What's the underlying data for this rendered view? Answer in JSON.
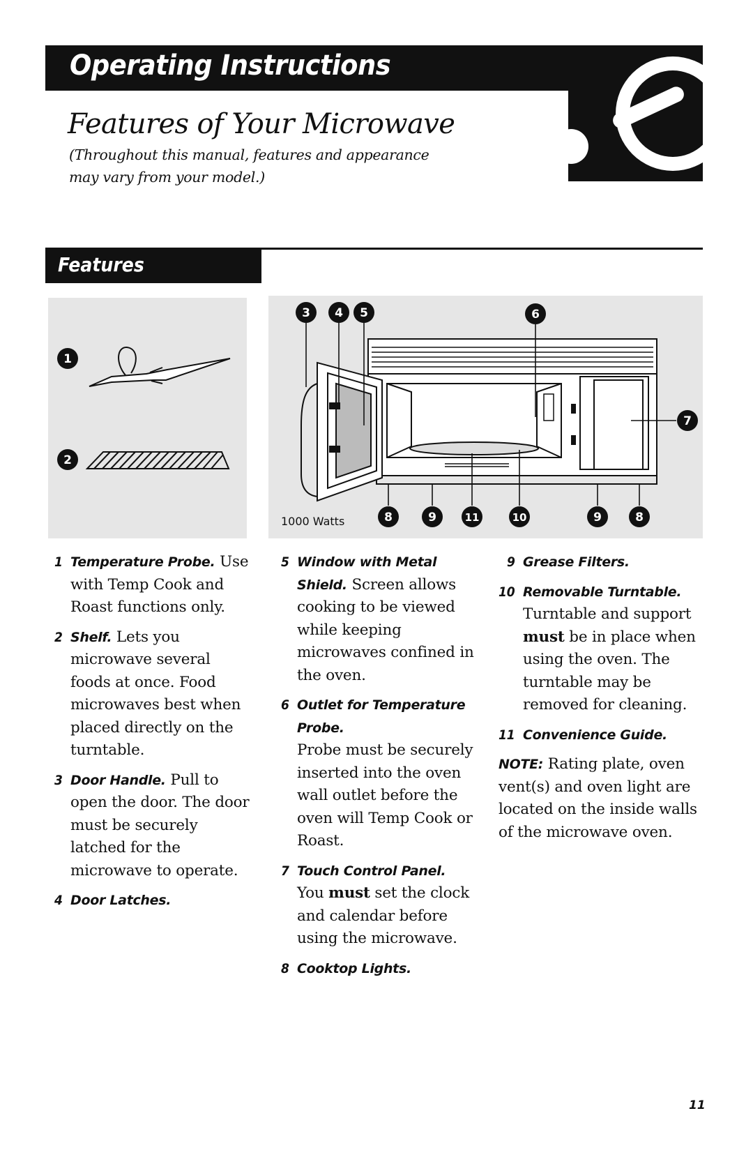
{
  "header": {
    "banner_title": "Operating Instructions",
    "page_title": "Features of Your Microwave",
    "subtitle": "(Throughout this manual, features and appearance may vary from your model.)"
  },
  "section": {
    "tab_label": "Features"
  },
  "figure": {
    "wattage_label": "1000 Watts",
    "callouts": [
      "1",
      "2",
      "3",
      "4",
      "5",
      "6",
      "7",
      "8",
      "9",
      "11",
      "10",
      "9",
      "8"
    ]
  },
  "features": {
    "col1": [
      {
        "num": "1",
        "term": "Temperature Probe.",
        "text": " Use with Temp Cook and Roast functions only."
      },
      {
        "num": "2",
        "term": "Shelf.",
        "text": " Lets you microwave several foods at once. Food microwaves best when placed directly on the turntable."
      },
      {
        "num": "3",
        "term": "Door Handle.",
        "text": " Pull to open the door. The door must be securely latched for the microwave to operate."
      },
      {
        "num": "4",
        "term": "Door Latches.",
        "text": ""
      }
    ],
    "col2": [
      {
        "num": "5",
        "term": "Window with Metal Shield.",
        "text": " Screen allows cooking to be viewed while keeping microwaves confined in the oven."
      },
      {
        "num": "6",
        "term": "Outlet for Temperature Probe.",
        "text": "Probe must be securely inserted into the oven wall outlet before the oven will Temp Cook or Roast."
      },
      {
        "num": "7",
        "term": "Touch Control Panel.",
        "pre": "You ",
        "strong": "must",
        "post": " set the clock and calendar before using the microwave."
      },
      {
        "num": "8",
        "term": "Cooktop Lights.",
        "text": ""
      }
    ],
    "col3": [
      {
        "num": "9",
        "term": "Grease Filters.",
        "text": ""
      },
      {
        "num": "10",
        "term": "Removable Turntable.",
        "pre": "Turntable and support ",
        "strong": "must",
        "post": " be in place when using the oven. The turntable may be removed for cleaning."
      },
      {
        "num": "11",
        "term": "Convenience Guide.",
        "text": ""
      }
    ],
    "note": {
      "label": "NOTE:",
      "text": " Rating plate, oven vent(s) and oven light are located on the inside walls of the microwave oven."
    }
  },
  "footer": {
    "page_number": "11"
  }
}
